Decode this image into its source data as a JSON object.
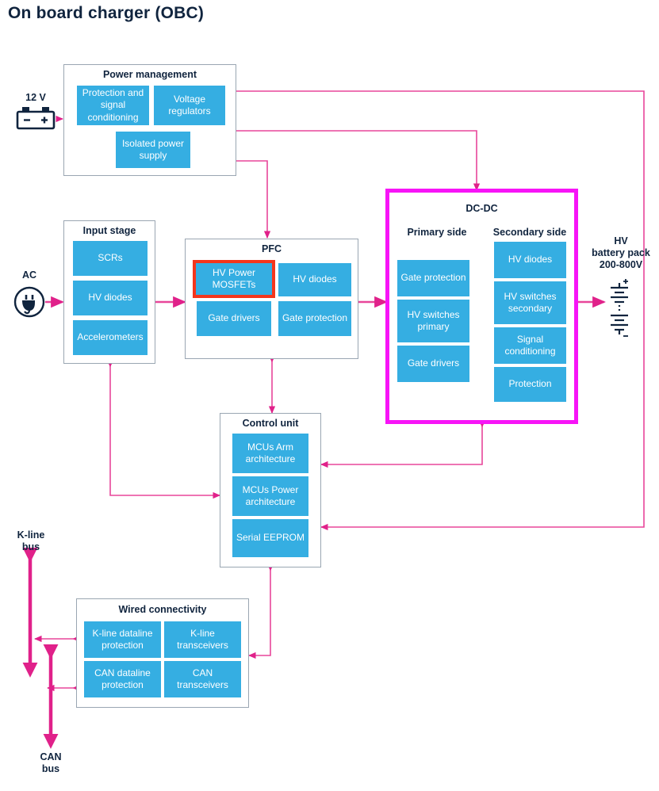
{
  "title": "On board charger (OBC)",
  "colors": {
    "block_blue": "#35aee2",
    "wire_pink": "#e8469a",
    "bus_arrow": "#e0218a",
    "dcdc_border": "#f714f7",
    "highlight_red": "#f4361c",
    "text_dark": "#10243e",
    "group_border": "#9aa6b2"
  },
  "external_labels": {
    "supply_12v": "12 V",
    "ac_input": "AC",
    "hv_battery": "HV\nbattery pack\n200-800V",
    "hv_battery_line1": "HV",
    "hv_battery_line2": "battery pack",
    "hv_battery_line3": "200-800V",
    "kline_bus_line1": "K-line",
    "kline_bus_line2": "bus",
    "can_bus_line1": "CAN",
    "can_bus_line2": "bus"
  },
  "groups": {
    "power_management": {
      "title": "Power management",
      "blocks": [
        {
          "label": "Protection and signal conditioning",
          "highlighted": false
        },
        {
          "label": "Voltage regulators",
          "highlighted": false
        },
        {
          "label": "Isolated power supply",
          "highlighted": false
        }
      ]
    },
    "input_stage": {
      "title": "Input stage",
      "blocks": [
        {
          "label": "SCRs",
          "highlighted": false
        },
        {
          "label": "HV diodes",
          "highlighted": false
        },
        {
          "label": "Accelerometers",
          "highlighted": false
        }
      ]
    },
    "pfc": {
      "title": "PFC",
      "blocks": [
        {
          "label": "HV Power MOSFETs",
          "highlighted": true
        },
        {
          "label": "HV diodes",
          "highlighted": false
        },
        {
          "label": "Gate drivers",
          "highlighted": false
        },
        {
          "label": "Gate protection",
          "highlighted": false
        }
      ]
    },
    "dcdc": {
      "title": "DC-DC",
      "primary_side_title": "Primary side",
      "secondary_side_title": "Secondary side",
      "primary_blocks": [
        {
          "label": "Gate protection",
          "highlighted": false
        },
        {
          "label": "HV switches primary",
          "highlighted": false
        },
        {
          "label": "Gate drivers",
          "highlighted": false
        }
      ],
      "secondary_blocks": [
        {
          "label": "HV diodes",
          "highlighted": false
        },
        {
          "label": "HV switches secondary",
          "highlighted": false
        },
        {
          "label": "Signal conditioning",
          "highlighted": false
        },
        {
          "label": "Protection",
          "highlighted": false
        }
      ]
    },
    "control_unit": {
      "title": "Control unit",
      "blocks": [
        {
          "label": "MCUs Arm architecture",
          "highlighted": false
        },
        {
          "label": "MCUs Power architecture",
          "highlighted": false
        },
        {
          "label": "Serial EEPROM",
          "highlighted": false
        }
      ]
    },
    "wired_connectivity": {
      "title": "Wired connectivity",
      "blocks": [
        {
          "label": "K-line dataline protection",
          "highlighted": false
        },
        {
          "label": "K-line transceivers",
          "highlighted": false
        },
        {
          "label": "CAN dataline protection",
          "highlighted": false
        },
        {
          "label": "CAN transceivers",
          "highlighted": false
        }
      ]
    }
  },
  "icons": {
    "battery_12v": "car-battery-icon",
    "ac_plug": "ac-plug-icon",
    "hv_battery_symbol": "battery-cell-stack-icon",
    "isolation_barrier": "isolation-barrier-icon"
  }
}
